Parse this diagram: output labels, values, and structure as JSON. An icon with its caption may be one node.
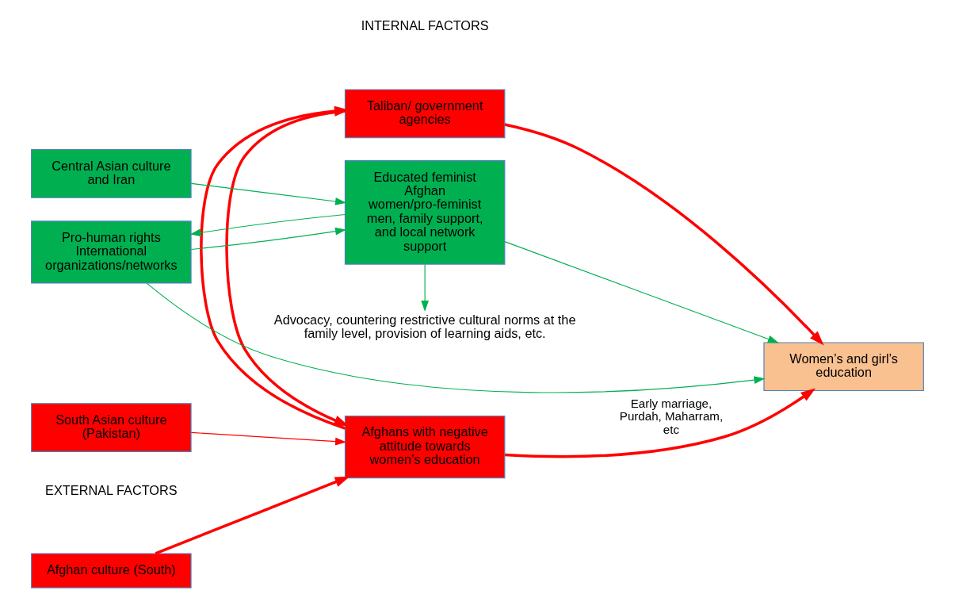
{
  "diagram": {
    "nodes": [
      {
        "text": [
          "Afghan culture (South)"
        ]
      },
      {
        "text": [
          "Taliban/ government agencies"
        ]
      },
      {
        "text": [
          "South Asian culture (Pakistan)"
        ]
      },
      {
        "text": [
          "Afghans with negative attitude towards women’s education"
        ]
      },
      {
        "text": [
          "Central Asian culture and Iran"
        ]
      },
      {
        "text": [
          "Educated feminist Afghan women/pro-feminist men, family support, and local network support"
        ]
      },
      {
        "text": [
          "Women’s and girl’s education"
        ]
      },
      {
        "text": [
          "Pro-human rights International organizations/networks"
        ]
      },
      {
        "text": [
          "Advocacy, countering restrictive cultural norms at the family level, provision of learning aids, etc."
        ]
      }
    ],
    "edges": [
      {
        "from": 0,
        "to": 3,
        "arrow": "to",
        "style": "thick",
        "color": "#ff0000"
      },
      {
        "from": 1,
        "to": 3,
        "arrow": "to",
        "style": "thick",
        "color": "#ff0000"
      },
      {
        "from": 3,
        "to": 1,
        "arrow": "to",
        "style": "thick",
        "color": "#ff0000"
      },
      {
        "from": 1,
        "to": 6,
        "arrow": "to",
        "style": "thick",
        "color": "#ff0000"
      },
      {
        "from": 2,
        "to": 3,
        "arrow": "to",
        "color": "#ff0000"
      },
      {
        "from": 3,
        "to": 6,
        "arrow": "to",
        "style": "thick",
        "color": "#ff0000",
        "label": "Early marriage, Purdah, Maharram, etc"
      },
      {
        "from": 4,
        "to": 5,
        "arrow": "to",
        "color": "#00b050"
      },
      {
        "from": 7,
        "to": 5,
        "arrow": "to",
        "color": "#00b050"
      },
      {
        "from": 5,
        "to": 7,
        "arrow": "to",
        "color": "#00b050"
      },
      {
        "from": 5,
        "to": 6,
        "arrow": "to",
        "color": "#00b050"
      },
      {
        "from": 5,
        "to": 8,
        "arrow": "to",
        "color": "#00b050"
      },
      {
        "from": 7,
        "to": 6,
        "arrow": "to",
        "color": "#00b050"
      }
    ],
    "labels": [
      "EXTERNAL FACTORS",
      "INTERNAL FACTORS"
    ]
  }
}
